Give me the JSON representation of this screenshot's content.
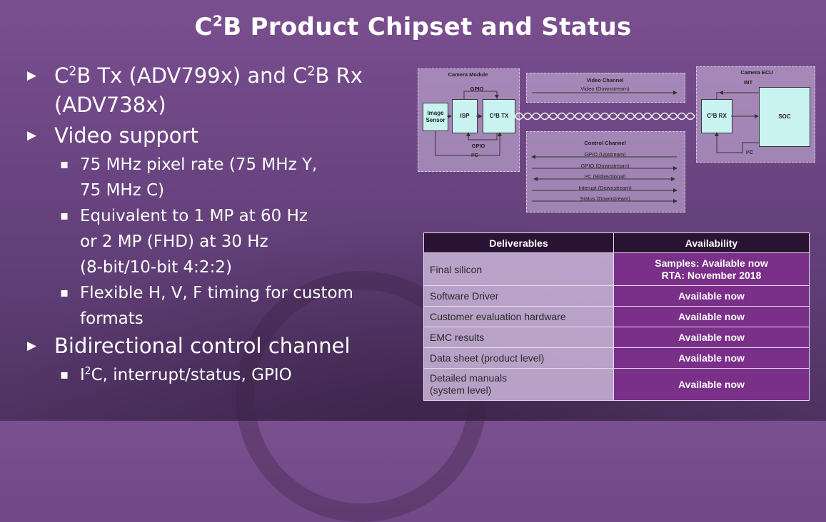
{
  "slide": {
    "title_main": "C",
    "title_sup": "2",
    "title_rest": "B Product Chipset and Status"
  },
  "bullets": {
    "item1": {
      "a": "C",
      "a_sup": "2",
      "b": "B Tx (ADV799x) and C",
      "b_sup": "2",
      "c": "B Rx",
      "line2": "(ADV738x)"
    },
    "item2": {
      "text": "Video support"
    },
    "item2_sub1": {
      "line1": "75 MHz pixel rate (75 MHz Y,",
      "line2": "75 MHz C)"
    },
    "item2_sub2": {
      "line1": "Equivalent to 1 MP at 60 Hz",
      "line2": "or 2 MP (FHD) at 30 Hz",
      "line3": "(8-bit/10-bit 4:2:2)"
    },
    "item2_sub3": {
      "line1": "Flexible H, V, F timing for custom",
      "line2": "formats"
    },
    "item3": {
      "text": "Bidirectional control channel"
    },
    "item3_sub1": {
      "pre": "I",
      "sup": "2",
      "post": "C, interrupt/status, GPIO"
    }
  },
  "diagram": {
    "camera_module": "Camera Module",
    "image_sensor": "Image Sensor",
    "isp": "ISP",
    "c2b_tx": "C²B TX",
    "gpio_top": "GPIO",
    "gpio_bottom": "GPIO",
    "i2c_left": "I²C",
    "video_channel": "Video Channel",
    "video_downstream": "Video (Downstream)",
    "control_channel": "Control Channel",
    "ctrl_gpio_up": "GPIO (Upstream)",
    "ctrl_gpio_down": "GPIO (Downstream)",
    "ctrl_i2c": "I²C (Bidirectional)",
    "ctrl_interrupt": "Interupt (Downstream)",
    "ctrl_status": "Status (Downstream)",
    "camera_ecu": "Camera ECU",
    "c2b_rx": "C²B RX",
    "soc": "SOC",
    "int": "INT",
    "i2c_right": "I²C"
  },
  "table": {
    "headers": [
      "Deliverables",
      "Availability"
    ],
    "rows": [
      {
        "deliverable": "Final silicon",
        "availability_line1": "Samples: Available now",
        "availability_line2": "RTA: November 2018"
      },
      {
        "deliverable": "Software Driver",
        "availability_line1": "Available now"
      },
      {
        "deliverable": "Customer evaluation hardware",
        "availability_line1": "Available now"
      },
      {
        "deliverable": "EMC results",
        "availability_line1": "Available now"
      },
      {
        "deliverable": "Data sheet (product level)",
        "availability_line1": "Available now"
      },
      {
        "deliverable": "Detailed manuals",
        "deliverable_line2": "(system level)",
        "availability_line1": "Available now"
      }
    ]
  }
}
